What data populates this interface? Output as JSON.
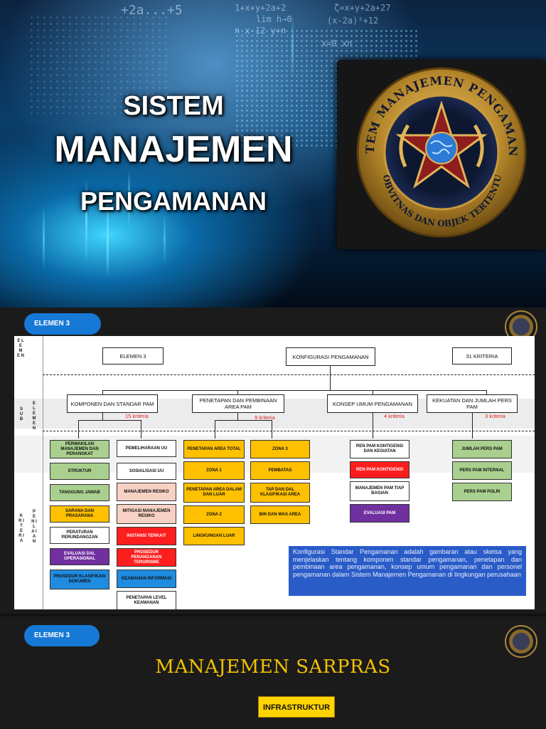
{
  "cover": {
    "title_line1": "SISTEM",
    "title_line2": "MANAJEMEN",
    "title_line3": "PENGAMANAN",
    "equations": [
      "1+x+y+2a+2",
      "lim h→0",
      "n x-12 y+n",
      "(x-2a)²+12",
      "ζ=x+y+2a+27",
      "+2a...+5",
      "x=0 xn"
    ],
    "logo": {
      "arc_top": "SISTEM MANAJEMEN PENGAMANAN",
      "arc_bottom": "OBVITNAS DAN OBJEK TERTENTU"
    }
  },
  "slide2": {
    "pill": "ELEMEN 3",
    "side_labels": {
      "elemen": "E L E M E N",
      "sub_elemen": "S U B  E L E M E N",
      "kriteria": "K R I T E R I A",
      "penilaian": "P E N I L A I A N"
    },
    "header": {
      "elemen": "ELEMEN 3",
      "konfigurasi": "KONFIGURASI PENGAMANAN",
      "kriteria": "31  KRITERIA"
    },
    "sub": [
      {
        "label": "KOMPONEN DAN STANDAR  PAM",
        "count": "15 kriteria"
      },
      {
        "label": "PENETAPAN DAN PEMBINAAN AREA PAM",
        "count": "9 kriteria"
      },
      {
        "label": "KONSEP UMUM PENGAMANAN",
        "count": "4 kriteria"
      },
      {
        "label": "KEKUATAN DAN JUMLAH PERS PAM",
        "count": "3 kriteria"
      }
    ],
    "col1": [
      "PERWAKILAN MANAJEMEN DAN PERANGKAT",
      "STRUKTUR",
      "TANGGUNG JAWAB",
      "SARANA DAN PRASARANA",
      "PERATURAN PERUNDANGZAN",
      "EVALUASI DAL OPERASIONAL",
      "PROSEDUR KLASIFIKASI DOKUMEN"
    ],
    "col2": [
      "PEMELIHARAAN UU",
      "SOSIALISASI UU",
      "MANAJEMEN RESIKO",
      "MITIGASI MANAJEMEN RESIKO",
      "INSTANSI TERKAIT",
      "PROSEDUR PENANGANAN TERORISME",
      "KEAMANAN INFORMASI",
      "PENETAPAN LEVEL KEAMANAN"
    ],
    "col3": [
      "PENETAPAN AREA TOTAL",
      "ZONA 1",
      "PENETAPAN AREA  DALAM DAN LUAR",
      "ZONA 2",
      "LINGKUNGAN LUAR"
    ],
    "col4": [
      "ZONA 3",
      "PEMBATAS",
      "TAP DAN DAL KLASIFIKASI AREA",
      "BIN DAN WAS AREA"
    ],
    "col5": [
      "REN PAM KONTIGENSI DAN KEGIATAN",
      "REN PAM KONTIGENSI",
      "MANAJEMEN PAM  TIAP BAGIAN",
      "EVALUASI PAM"
    ],
    "col6": [
      "JUMLAH PERS PAM",
      "PERS PAM INTERNAL",
      "PERS PAM POLRI"
    ],
    "description": "Konfigurasi Standar Pengamanan adalah gambaran atau sketsa yang menjelaskan tentang komponen standar pengamanan, penetapan dan pembinaan area pengamanan, konsep umum pengamanan dan personel pengamanan dalam Sistem Manajemen Pengamanan di lingkungan perusahaan"
  },
  "slide3": {
    "pill": "ELEMEN 3",
    "title": "MANAJEMEN SARPRAS",
    "infrastruktur": "INFRASTRUKTUR"
  },
  "colors": {
    "pill_blue": "#1679d6",
    "green": "#a9d08e",
    "yellow": "#ffc000",
    "red": "#ff1e1e",
    "purple": "#7030a0",
    "blue": "#1f8ce0",
    "peach": "#f7d2c4",
    "sarpras_gold": "#f2c200",
    "desc_bg": "#2a5cc8"
  }
}
